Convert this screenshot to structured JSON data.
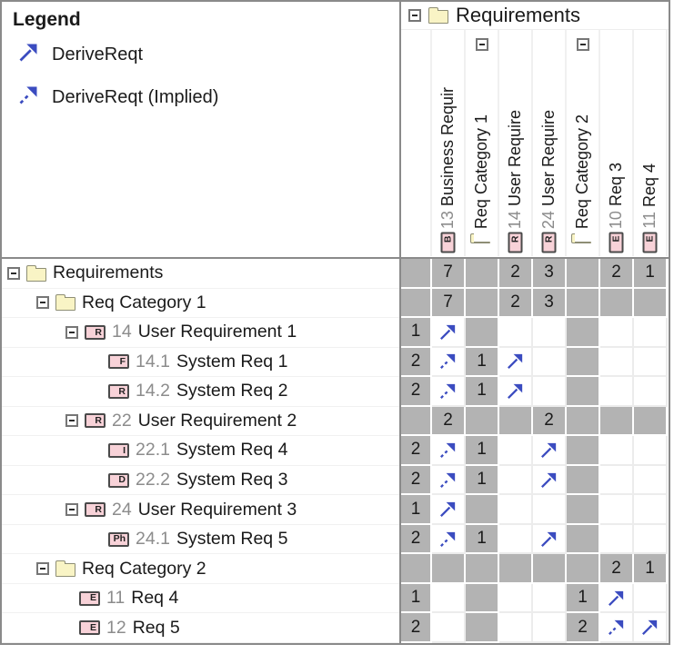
{
  "legend": {
    "title": "Legend",
    "items": [
      {
        "label": "DeriveReqt",
        "arrow": "solid"
      },
      {
        "label": "DeriveReqt (Implied)",
        "arrow": "dashed"
      }
    ]
  },
  "matrix_header": {
    "root_label": "Requirements",
    "root_icon": "folder",
    "columns": [
      {
        "id": "13",
        "name": "Business Requir",
        "icon": "B",
        "collapse_box": false
      },
      {
        "id": "",
        "name": "Req Category 1",
        "icon": "folder",
        "collapse_box": true
      },
      {
        "id": "14",
        "name": "User Require",
        "icon": "R",
        "collapse_box": false
      },
      {
        "id": "24",
        "name": "User Require",
        "icon": "R",
        "collapse_box": false
      },
      {
        "id": "",
        "name": "Req Category 2",
        "icon": "folder",
        "collapse_box": true
      },
      {
        "id": "10",
        "name": "Req 3",
        "icon": "E",
        "collapse_box": false
      },
      {
        "id": "11",
        "name": "Req 4",
        "icon": "E",
        "collapse_box": false
      }
    ]
  },
  "rows": [
    {
      "level": 0,
      "expand_box": true,
      "icon": "folder",
      "id": "",
      "name": "Requirements",
      "cells": [
        "g",
        "g:7",
        "g",
        "g:2",
        "g:3",
        "g",
        "g:2",
        "g:1"
      ]
    },
    {
      "level": 1,
      "expand_box": true,
      "icon": "folder",
      "id": "",
      "name": "Req Category 1",
      "cells": [
        "g",
        "g:7",
        "g",
        "g:2",
        "g:3",
        "g",
        "g",
        "g"
      ]
    },
    {
      "level": 2,
      "expand_box": true,
      "icon": "R",
      "id": "14",
      "name": "User Requirement 1",
      "cells": [
        "g:1",
        "w:A",
        "g",
        "w",
        "w",
        "g",
        "w",
        "w"
      ]
    },
    {
      "level": 3,
      "expand_box": false,
      "icon": "F",
      "id": "14.1",
      "name": "System Req 1",
      "cells": [
        "g:2",
        "w:D",
        "g:1",
        "w:A",
        "w",
        "g",
        "w",
        "w"
      ]
    },
    {
      "level": 3,
      "expand_box": false,
      "icon": "R",
      "id": "14.2",
      "name": "System Req 2",
      "cells": [
        "g:2",
        "w:D",
        "g:1",
        "w:A",
        "w",
        "g",
        "w",
        "w"
      ]
    },
    {
      "level": 2,
      "expand_box": true,
      "icon": "R",
      "id": "22",
      "name": "User Requirement 2",
      "cells": [
        "g",
        "g:2",
        "g",
        "g",
        "g:2",
        "g",
        "g",
        "g"
      ]
    },
    {
      "level": 3,
      "expand_box": false,
      "icon": "I",
      "id": "22.1",
      "name": "System Req 4",
      "cells": [
        "g:2",
        "w:D",
        "g:1",
        "w",
        "w:A",
        "g",
        "w",
        "w"
      ]
    },
    {
      "level": 3,
      "expand_box": false,
      "icon": "D",
      "id": "22.2",
      "name": "System Req 3",
      "cells": [
        "g:2",
        "w:D",
        "g:1",
        "w",
        "w:A",
        "g",
        "w",
        "w"
      ]
    },
    {
      "level": 2,
      "expand_box": true,
      "icon": "R",
      "id": "24",
      "name": "User Requirement 3",
      "cells": [
        "g:1",
        "w:A",
        "g",
        "w",
        "w",
        "g",
        "w",
        "w"
      ]
    },
    {
      "level": 3,
      "expand_box": false,
      "icon": "Ph",
      "id": "24.1",
      "name": "System Req 5",
      "cells": [
        "g:2",
        "w:D",
        "g:1",
        "w",
        "w:A",
        "g",
        "w",
        "w"
      ]
    },
    {
      "level": 1,
      "expand_box": true,
      "icon": "folder",
      "id": "",
      "name": "Req Category 2",
      "cells": [
        "g",
        "g",
        "g",
        "g",
        "g",
        "g",
        "g:2",
        "g:1"
      ]
    },
    {
      "level": 2,
      "expand_box": false,
      "icon": "E",
      "id": "11",
      "name": "Req 4",
      "cells": [
        "g:1",
        "w",
        "g",
        "w",
        "w",
        "g:1",
        "w:A",
        "w"
      ]
    },
    {
      "level": 2,
      "expand_box": false,
      "icon": "E",
      "id": "12",
      "name": "Req 5",
      "cells": [
        "g:2",
        "w",
        "g",
        "w",
        "w",
        "g:2",
        "w:D",
        "w:A"
      ]
    }
  ],
  "cell_legend": {
    "g": "gray-aggregate-cell",
    "w": "white-cell",
    "A": "derive-reqt-arrow",
    "D": "derive-reqt-implied-arrow"
  },
  "colors": {
    "arrow": "#3b4cc0",
    "cell_gray": "#b3b3b3",
    "req_icon_fill": "#f8d2d8",
    "req_icon_border": "#4a4a4a",
    "folder_fill": "#f9f4c5",
    "folder_border": "#8e8e75",
    "id_text": "#8c8c8c",
    "frame": "#8a8a8a"
  }
}
